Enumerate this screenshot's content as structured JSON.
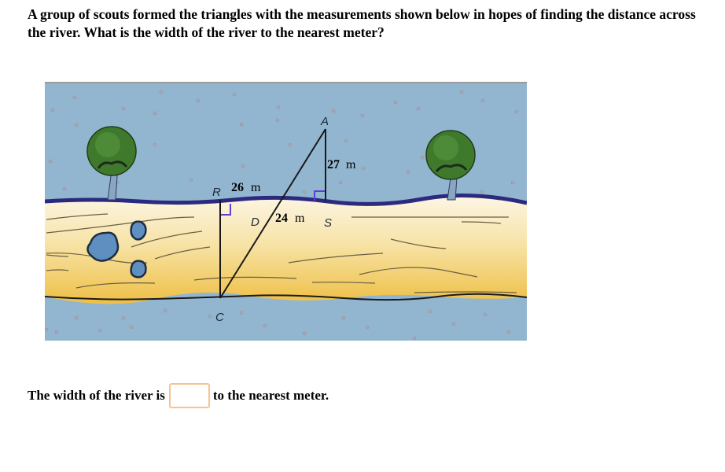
{
  "question": {
    "text": "A group of scouts formed the triangles with the measurements shown below in hopes of finding the distance across the river. What is the width of the river to the nearest meter?"
  },
  "figure": {
    "points": {
      "A": "A",
      "R": "R",
      "D": "D",
      "S": "S",
      "C": "C"
    },
    "measurements": {
      "RD": {
        "value": "26",
        "unit": "m"
      },
      "AS": {
        "value": "27",
        "unit": "m"
      },
      "DS": {
        "value": "24",
        "unit": "m"
      }
    },
    "colors": {
      "water": "#93b6d0",
      "sand_top": "#fbf3dc",
      "sand_bottom": "#efc24e",
      "bank": "#2c2a7e",
      "tree": "#3f7a2c",
      "right_angle": "#5b3fd6"
    }
  },
  "answer": {
    "prefix": "The width of the river is",
    "value": "",
    "placeholder": "",
    "suffix": "to the nearest meter."
  }
}
